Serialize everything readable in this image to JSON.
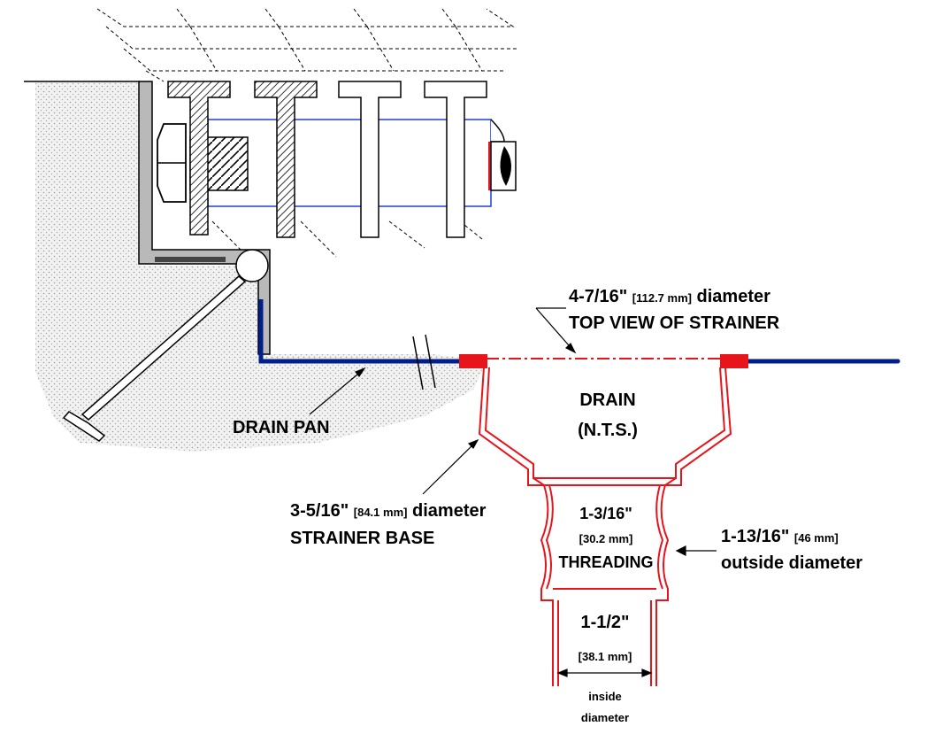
{
  "labels": {
    "top_view_dim_imperial": "4-7/16\"",
    "top_view_dim_metric": "[112.7 mm]",
    "top_view_dim_word": "diameter",
    "top_view_caption": "TOP VIEW OF STRAINER",
    "drain_title": "DRAIN",
    "drain_note": "(N.T.S.)",
    "drain_pan": "DRAIN PAN",
    "strainer_base_dim_imperial": "3-5/16\"",
    "strainer_base_dim_metric": "[84.1 mm]",
    "strainer_base_dim_word": "diameter",
    "strainer_base_caption": "STRAINER BASE",
    "threading_dim_imperial": "1-3/16\"",
    "threading_dim_metric": "[30.2 mm]",
    "threading_caption": "THREADING",
    "outside_dim_imperial": "1-13/16\"",
    "outside_dim_metric": "[46 mm]",
    "outside_caption": "outside diameter",
    "inside_dim_imperial": "1-1/2\"",
    "inside_dim_metric": "[38.1 mm]",
    "inside_caption_1": "inside",
    "inside_caption_2": "diameter"
  },
  "colors": {
    "drain_red": "#e8141b",
    "pan_blue": "#001e8c",
    "pipe_blue": "#1f3fd6",
    "frame_gray": "#b9b9b9",
    "ink": "#000000"
  }
}
